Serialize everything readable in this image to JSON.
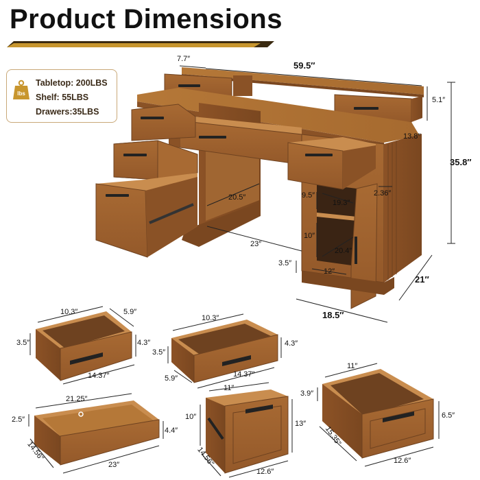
{
  "title": "Product Dimensions",
  "weights": {
    "tabletop": "Tabletop: 200LBS",
    "shelf": "Shelf: 55LBS",
    "drawers": "Drawers:35LBS",
    "icon_label": "lbs"
  },
  "desk_dims": {
    "width": "59.5″",
    "riser_drawer_width": "7.7″",
    "riser_height": "5.1″",
    "riser_depth": "13.8″",
    "total_height": "35.8″",
    "depth": "21″",
    "cabinet_width": "18.5″",
    "knee_depth": "20.5″",
    "knee_width": "23″",
    "cabinet_shelf_height": "9.5″",
    "cabinet_shelf_depth": "19.3″",
    "cabinet_side_gap": "2.36″",
    "cabinet_lower_height": "10″",
    "cabinet_lower_depth": "20.4″",
    "cabinet_inner_width": "12″",
    "plinth_height": "3.5″"
  },
  "drawer_dims": [
    {
      "w": "10.3″",
      "d": "5.9″",
      "h_left": "3.5″",
      "h_right": "4.3″",
      "front": "14.37″"
    },
    {
      "w": "10.3″",
      "d": "5.9″",
      "h_left": "3.5″",
      "h_right": "4.3″",
      "front": "14.37″"
    },
    {
      "w": "21.25″",
      "h_left": "2.5″",
      "h_right": "4.4″",
      "d": "14.56″",
      "front": "23″"
    },
    {
      "w": "11″",
      "h_left": "10″",
      "h_right": "13″",
      "d": "14.56″",
      "front": "12.6″"
    },
    {
      "w": "11″",
      "h_left": "3.9″",
      "h_right": "6.5″",
      "d": "15.35″",
      "front": "12.6″"
    }
  ],
  "colors": {
    "wood_light": "#b97a40",
    "wood_mid": "#9b6230",
    "wood_dark": "#6e4220",
    "accent_gold": "#c8962e",
    "bar_dark": "#3a2a10"
  }
}
